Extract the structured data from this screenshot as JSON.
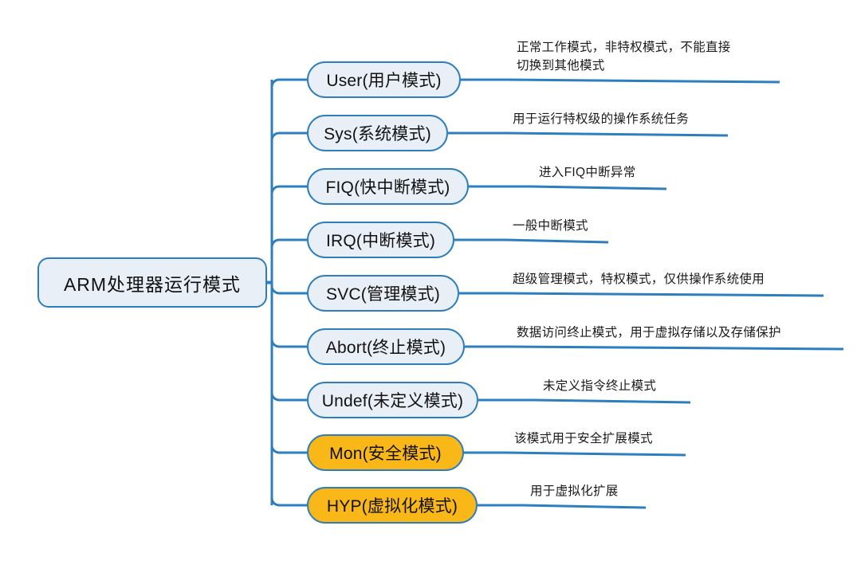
{
  "diagram": {
    "type": "mind-map",
    "orientation": "left-to-right",
    "colors": {
      "node_fill_blue": "#E8EFF7",
      "node_fill_orange": "#F9B718",
      "node_border": "#2E7EBD",
      "connector": "#2E7EBD",
      "underline": "#2E7EBD",
      "text": "#111111",
      "background": "#FFFFFF"
    },
    "root": {
      "label": "ARM处理器运行模式"
    },
    "branches": [
      {
        "label": "User(用户模式)",
        "style": "blue",
        "description": "正常工作模式，非特权模式，不能直接\n切换到其他模式"
      },
      {
        "label": "Sys(系统模式)",
        "style": "blue",
        "description": "用于运行特权级的操作系统任务"
      },
      {
        "label": "FIQ(快中断模式)",
        "style": "blue",
        "description": "进入FIQ中断异常"
      },
      {
        "label": "IRQ(中断模式)",
        "style": "blue",
        "description": "一般中断模式"
      },
      {
        "label": "SVC(管理模式)",
        "style": "blue",
        "description": "超级管理模式，特权模式，仅供操作系统使用"
      },
      {
        "label": "Abort(终止模式)",
        "style": "blue",
        "description": "数据访问终止模式，用于虚拟存储以及存储保护"
      },
      {
        "label": "Undef(未定义模式)",
        "style": "blue",
        "description": "未定义指令终止模式"
      },
      {
        "label": "Mon(安全模式)",
        "style": "orange",
        "description": "该模式用于安全扩展模式"
      },
      {
        "label": "HYP(虚拟化模式)",
        "style": "orange",
        "description": "用于虚拟化扩展"
      }
    ]
  }
}
